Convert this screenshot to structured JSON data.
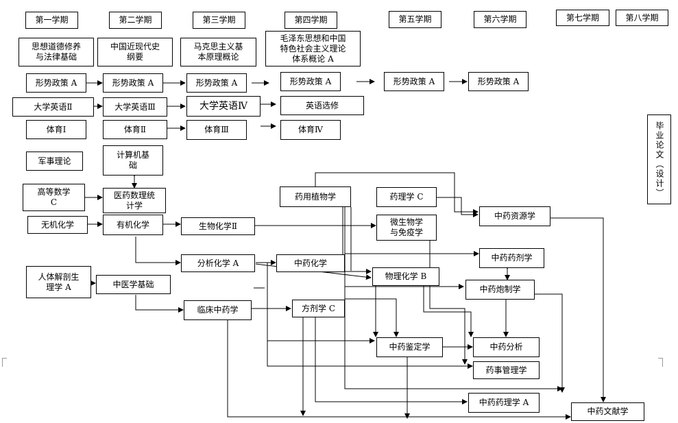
{
  "semesters": {
    "s1": "第一学期",
    "s2": "第二学期",
    "s3": "第三学期",
    "s4": "第四学期",
    "s5": "第五学期",
    "s6": "第六学期",
    "s7": "第七学期",
    "s8": "第八学期"
  },
  "courses": {
    "sixiang": "思想道德修养\n与法律基础",
    "jindaishi": "中国近现代史\n纲要",
    "makesi": "马克思主义基\n本原理概论",
    "maozedong": "毛泽东思想和中国\n特色社会主义理论\n体系概论 A",
    "xingshi1": "形势政策 A",
    "xingshi2": "形势政策 A",
    "xingshi3": "形势政策 A",
    "xingshi4": "形势政策 A",
    "xingshi5": "形势政策 A",
    "xingshi6": "形势政策 A",
    "yingyu2": "大学英语Ⅱ",
    "yingyu3": "大学英语Ⅲ",
    "yingyu4": "大学英语Ⅳ",
    "yingyu_xuanxiu": "英语选修",
    "tiyu1": "体育Ⅰ",
    "tiyu2": "体育Ⅱ",
    "tiyu3": "体育Ⅲ",
    "tiyu4": "体育Ⅳ",
    "junshi": "军事理论",
    "jisuanji": "计算机基\n础",
    "gaodeng": "高等数学\nC",
    "yiyao_shuli": "医药数理统\n计学",
    "wuji": "无机化学",
    "youji": "有机化学",
    "shengwu": "生物化学Ⅱ",
    "fenxi": "分析化学 A",
    "renti": "人体解剖生\n理学 A",
    "zhongyi": "中医学基础",
    "linchuang": "临床中药学",
    "yaoyong": "药用植物学",
    "yaoli": "药理学 C",
    "weishengwu": "微生物学\n与免疫学",
    "zhongyaohua": "中药化学",
    "wuli": "物理化学 B",
    "fangji": "方剂学 C",
    "ziyuan": "中药资源学",
    "yaoji": "中药药剂学",
    "paozhi": "中药炮制学",
    "jianding": "中药鉴定学",
    "zhongyao_fenxi": "中药分析",
    "yaoshi": "药事管理学",
    "zhongyao_yaoli": "中药药理学 A",
    "wenxian": "中药文献学",
    "biye": "毕业论文（设计）"
  }
}
